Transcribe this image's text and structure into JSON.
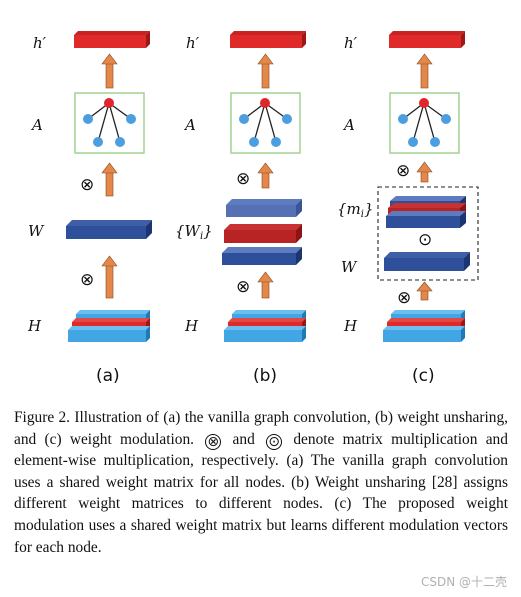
{
  "colors": {
    "red": "#e02a2a",
    "red_side": "#9e1616",
    "navy": "#2e4f9a",
    "navy_side": "#1c3470",
    "sky": "#42a6e4",
    "sky_side": "#1f7ab8",
    "arrow": "#e3874a",
    "box_border": "#9bd08a",
    "node": "#4b9ee0",
    "root": "#e0262b"
  },
  "panels": [
    {
      "id": "a",
      "labels": {
        "top": "h′",
        "adj": "A",
        "weight": "W",
        "input": "H"
      },
      "ops": [
        "⊗",
        "⊗"
      ],
      "subfigure": "(a)"
    },
    {
      "id": "b",
      "labels": {
        "top": "h′",
        "adj": "A",
        "weight": "{W_i}",
        "weight_main": "{W",
        "weight_sub": "i",
        "weight_end": "}",
        "input": "H"
      },
      "ops": [
        "⊗",
        "⊗"
      ],
      "subfigure": "(b)"
    },
    {
      "id": "c",
      "labels": {
        "top": "h′",
        "adj": "A",
        "mod_main": "{m",
        "mod_sub": "i",
        "mod_end": "}",
        "weight": "W",
        "input": "H"
      },
      "ops": [
        "⊗",
        "⊙",
        "⊗"
      ],
      "subfigure": "(c)"
    }
  ],
  "caption": {
    "part1": "Figure 2. Illustration of (a) the vanilla graph convolution, (b) weight unsharing, and (c) weight modulation.",
    "sym_otimes": "⊗",
    "and": "and",
    "sym_odot": "⊙",
    "part2": "denote matrix multiplication and element-wise multiplication, respectively. (a) The vanilla graph convolution uses a shared weight matrix for all nodes. (b) Weight unsharing [28] assigns different weight matrices to different nodes. (c) The proposed weight modulation uses a shared weight matrix but learns different modulation vectors for each node."
  },
  "watermark": "CSDN @十二壳"
}
